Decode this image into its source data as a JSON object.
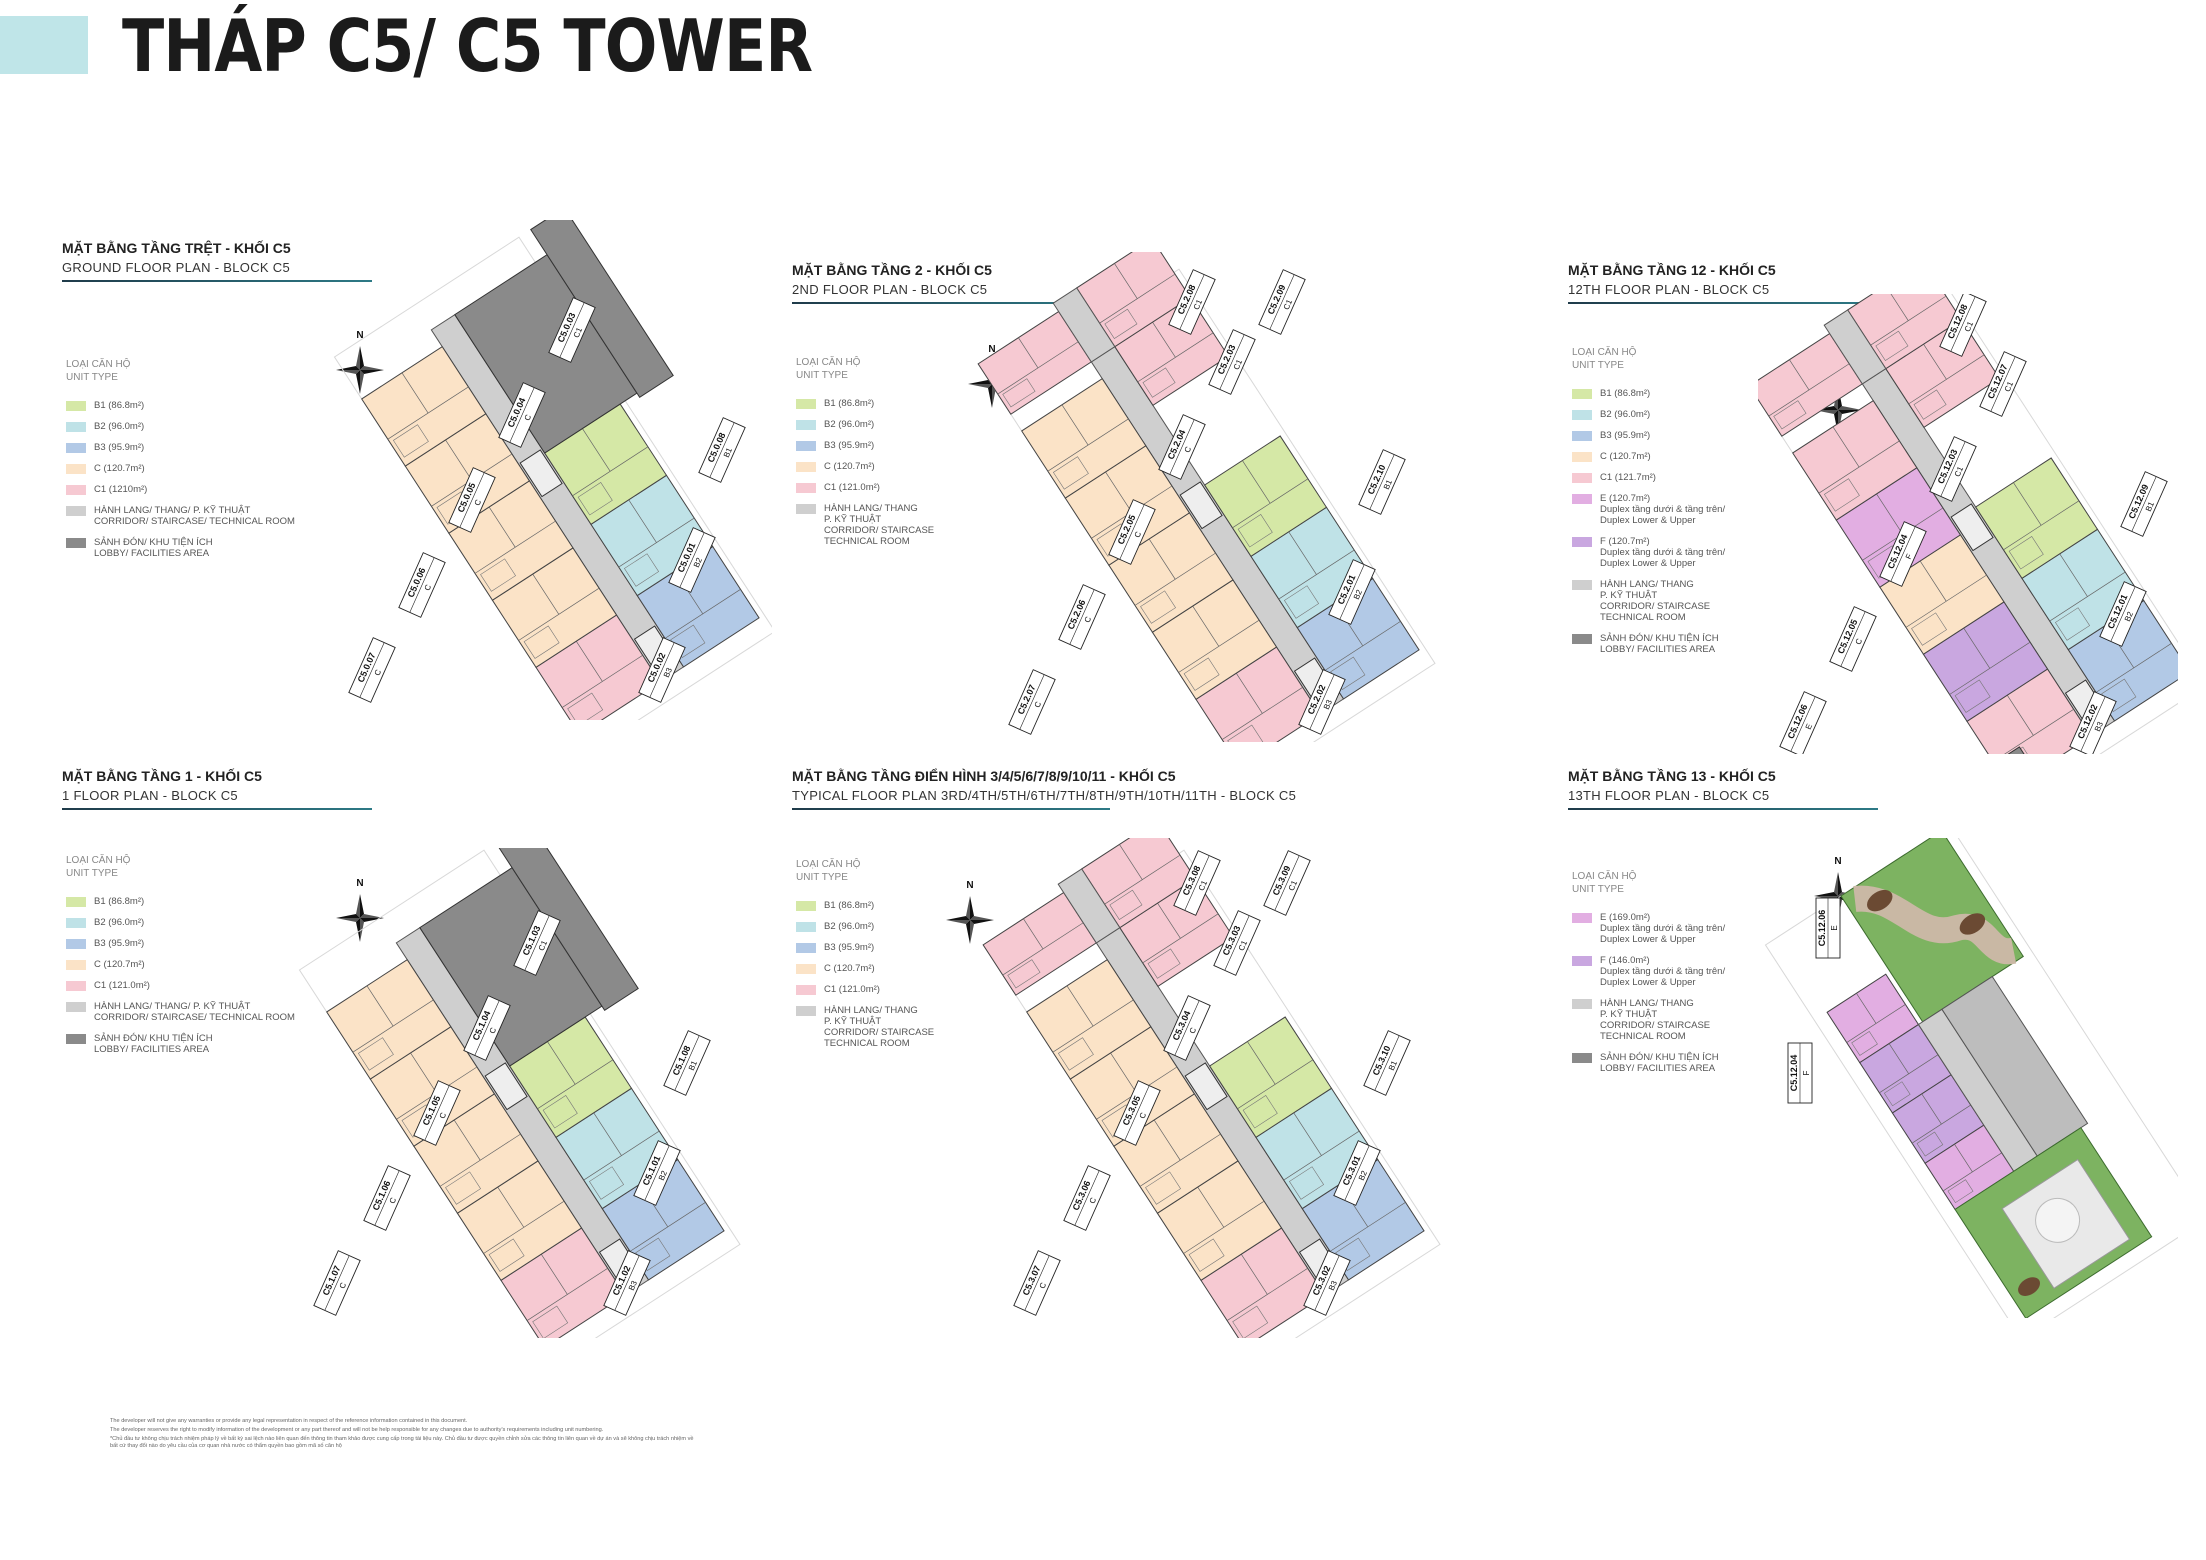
{
  "page": {
    "title": "THÁP C5/ C5 TOWER",
    "accent_color": "#bfe5e8"
  },
  "colors": {
    "B1": "#d5e8a6",
    "B2": "#bfe2e7",
    "B3": "#b2c9e6",
    "C": "#fbe3c7",
    "C1": "#f6c9d2",
    "E": "#e2aee2",
    "F": "#c9a7e0",
    "corridor": "#cfcfcf",
    "lobby": "#8a8a8a",
    "line": "#1b1b1b"
  },
  "panels": [
    {
      "id": "ground",
      "title": "MẶT BẰNG TẦNG TRỆT - KHỐI C5",
      "subtitle": "GROUND FLOOR PLAN - BLOCK C5",
      "legend_head": "LOẠI CĂN HỘ\nUNIT TYPE",
      "legend": [
        {
          "key": "B1",
          "label": "B1 (86.8m²)"
        },
        {
          "key": "B2",
          "label": "B2 (96.0m²)"
        },
        {
          "key": "B3",
          "label": "B3 (95.9m²)"
        },
        {
          "key": "C",
          "label": "C (120.7m²)"
        },
        {
          "key": "C1",
          "label": "C1 (1210m²)"
        },
        {
          "key": "corridor",
          "label": "HÀNH LANG/ THANG/ P. KỸ THUẬT\nCORRIDOR/ STAIRCASE/ TECHNICAL ROOM"
        },
        {
          "key": "lobby",
          "label": "SẢNH ĐÓN/ KHU TIỆN ÍCH\nLOBBY/ FACILITIES AREA"
        }
      ],
      "tags": [
        {
          "code": "C5.0.07",
          "type": "C"
        },
        {
          "code": "C5.0.06",
          "type": "C"
        },
        {
          "code": "C5.0.05",
          "type": "C"
        },
        {
          "code": "C5.0.04",
          "type": "C"
        },
        {
          "code": "C5.0.03",
          "type": "C1"
        },
        {
          "code": "C5.0.08",
          "type": "B1"
        },
        {
          "code": "C5.0.01",
          "type": "B2"
        },
        {
          "code": "C5.0.02",
          "type": "B3"
        }
      ]
    },
    {
      "id": "floor2",
      "title": "MẶT BẰNG TẦNG 2 - KHỐI C5",
      "subtitle": "2ND FLOOR PLAN - BLOCK C5",
      "legend_head": "LOẠI CĂN HỘ\nUNIT TYPE",
      "legend": [
        {
          "key": "B1",
          "label": "B1 (86.8m²)"
        },
        {
          "key": "B2",
          "label": "B2 (96.0m²)"
        },
        {
          "key": "B3",
          "label": "B3 (95.9m²)"
        },
        {
          "key": "C",
          "label": "C (120.7m²)"
        },
        {
          "key": "C1",
          "label": "C1 (121.0m²)"
        },
        {
          "key": "corridor",
          "label": "HÀNH LANG/ THANG\nP. KỸ THUẬT\nCORRIDOR/ STAIRCASE\nTECHNICAL ROOM"
        }
      ],
      "tags": [
        {
          "code": "C5.2.07",
          "type": "C"
        },
        {
          "code": "C5.2.06",
          "type": "C"
        },
        {
          "code": "C5.2.05",
          "type": "C"
        },
        {
          "code": "C5.2.04",
          "type": "C"
        },
        {
          "code": "C5.2.03",
          "type": "C1"
        },
        {
          "code": "C5.2.08",
          "type": "C1"
        },
        {
          "code": "C5.2.09",
          "type": "C1"
        },
        {
          "code": "C5.2.10",
          "type": "B1"
        },
        {
          "code": "C5.2.01",
          "type": "B2"
        },
        {
          "code": "C5.2.02",
          "type": "B3"
        }
      ]
    },
    {
      "id": "floor12",
      "title": "MẶT BẰNG TẦNG 12 - KHỐI C5",
      "subtitle": "12TH FLOOR PLAN - BLOCK C5",
      "legend_head": "LOẠI CĂN HỘ\nUNIT TYPE",
      "legend": [
        {
          "key": "B1",
          "label": "B1 (86.8m²)"
        },
        {
          "key": "B2",
          "label": "B2 (96.0m²)"
        },
        {
          "key": "B3",
          "label": "B3 (95.9m²)"
        },
        {
          "key": "C",
          "label": "C (120.7m²)"
        },
        {
          "key": "C1",
          "label": "C1 (121.7m²)"
        },
        {
          "key": "E",
          "label": "E (120.7m²)\nDuplex tầng dưới & tầng trên/\nDuplex Lower & Upper"
        },
        {
          "key": "F",
          "label": "F (120.7m²)\nDuplex tầng dưới & tầng trên/\nDuplex Lower & Upper"
        },
        {
          "key": "corridor",
          "label": "HÀNH LANG/ THANG\nP. KỸ THUẬT\nCORRIDOR/ STAIRCASE\nTECHNICAL ROOM"
        },
        {
          "key": "lobby",
          "label": "SẢNH ĐÓN/ KHU TIỆN ÍCH\nLOBBY/ FACILITIES AREA"
        }
      ],
      "tags": [
        {
          "code": "C5.12.06",
          "type": "E"
        },
        {
          "code": "C5.12.05",
          "type": "C"
        },
        {
          "code": "C5.12.04",
          "type": "F"
        },
        {
          "code": "C5.12.03",
          "type": "C1"
        },
        {
          "code": "C5.12.07",
          "type": "C1"
        },
        {
          "code": "C5.12.08",
          "type": "C1"
        },
        {
          "code": "C5.12.09",
          "type": "B1"
        },
        {
          "code": "C5.12.01",
          "type": "B2"
        },
        {
          "code": "C5.12.02",
          "type": "B3"
        }
      ]
    },
    {
      "id": "floor1",
      "title": "MẶT BẰNG TẦNG 1 - KHỐI C5",
      "subtitle": "1 FLOOR PLAN - BLOCK C5",
      "legend_head": "LOẠI CĂN HỘ\nUNIT TYPE",
      "legend": [
        {
          "key": "B1",
          "label": "B1 (86.8m²)"
        },
        {
          "key": "B2",
          "label": "B2 (96.0m²)"
        },
        {
          "key": "B3",
          "label": "B3 (95.9m²)"
        },
        {
          "key": "C",
          "label": "C (120.7m²)"
        },
        {
          "key": "C1",
          "label": "C1 (121.0m²)"
        },
        {
          "key": "corridor",
          "label": "HÀNH LANG/ THANG/ P. KỸ THUẬT\nCORRIDOR/ STAIRCASE/ TECHNICAL ROOM"
        },
        {
          "key": "lobby",
          "label": "SẢNH ĐÓN/ KHU TIỆN ÍCH\nLOBBY/ FACILITIES AREA"
        }
      ],
      "tags": [
        {
          "code": "C5.1.07",
          "type": "C"
        },
        {
          "code": "C5.1.06",
          "type": "C"
        },
        {
          "code": "C5.1.05",
          "type": "C"
        },
        {
          "code": "C5.1.04",
          "type": "C"
        },
        {
          "code": "C5.1.03",
          "type": "C1"
        },
        {
          "code": "C5.1.08",
          "type": "B1"
        },
        {
          "code": "C5.1.01",
          "type": "B2"
        },
        {
          "code": "C5.1.02",
          "type": "B3"
        }
      ]
    },
    {
      "id": "typical",
      "title": "MẶT BẰNG TẦNG  ĐIỂN HÌNH 3/4/5/6/7/8/9/10/11 - KHỐI C5",
      "subtitle": "TYPICAL FLOOR PLAN 3RD/4TH/5TH/6TH/7TH/8TH/9TH/10TH/11TH - BLOCK C5",
      "legend_head": "LOẠI CĂN HỘ\nUNIT TYPE",
      "legend": [
        {
          "key": "B1",
          "label": "B1 (86.8m²)"
        },
        {
          "key": "B2",
          "label": "B2 (96.0m²)"
        },
        {
          "key": "B3",
          "label": "B3 (95.9m²)"
        },
        {
          "key": "C",
          "label": "C (120.7m²)"
        },
        {
          "key": "C1",
          "label": "C1 (121.0m²)"
        },
        {
          "key": "corridor",
          "label": "HÀNH LANG/ THANG\nP. KỸ THUẬT\nCORRIDOR/ STAIRCASE\nTECHNICAL ROOM"
        }
      ],
      "tags": [
        {
          "code": "C5.3.07",
          "type": "C"
        },
        {
          "code": "C5.3.06",
          "type": "C"
        },
        {
          "code": "C5.3.05",
          "type": "C"
        },
        {
          "code": "C5.3.04",
          "type": "C"
        },
        {
          "code": "C5.3.03",
          "type": "C1"
        },
        {
          "code": "C5.3.08",
          "type": "C1"
        },
        {
          "code": "C5.3.09",
          "type": "C1"
        },
        {
          "code": "C5.3.10",
          "type": "B1"
        },
        {
          "code": "C5.3.01",
          "type": "B2"
        },
        {
          "code": "C5.3.02",
          "type": "B3"
        }
      ]
    },
    {
      "id": "floor13",
      "title": "MẶT BẰNG TẦNG 13 - KHỐI C5",
      "subtitle": "13TH FLOOR PLAN - BLOCK C5",
      "legend_head": "LOẠI CĂN HỘ\nUNIT TYPE",
      "legend": [
        {
          "key": "E",
          "label": "E (169.0m²)\nDuplex tầng dưới & tầng trên/\nDuplex Lower & Upper"
        },
        {
          "key": "F",
          "label": "F (146.0m²)\nDuplex tầng dưới & tầng trên/\nDuplex Lower & Upper"
        },
        {
          "key": "corridor",
          "label": "HÀNH LANG/ THANG\nP. KỸ THUẬT\nCORRIDOR/ STAIRCASE\nTECHNICAL ROOM"
        },
        {
          "key": "lobby",
          "label": "SẢNH ĐÓN/ KHU TIỆN ÍCH\nLOBBY/ FACILITIES AREA"
        }
      ],
      "tags": [
        {
          "code": "C5.12.06",
          "type": "E"
        },
        {
          "code": "C5.12.04",
          "type": "F"
        }
      ]
    }
  ],
  "compass_letter": "N",
  "footnote": [
    "The developer will not give any warranties or provide any legal representation in respect of the reference information contained in this document.",
    "The developer reserves the right to modify information of the development or any part thereof and will not be help responsible for any changes due to authority's requirements including unit numbering.",
    "*Chủ đầu tư không chịu trách nhiệm pháp lý về bất kỳ sai lệch nào liên quan đến thông tin tham khảo được cung cấp trong tài liệu này. Chủ đầu tư được quyền chỉnh sửa các thông tin liên quan về dự án và sẽ không chịu trách nhiệm về bất cứ thay đổi nào do yêu cầu của cơ quan nhà nước có thẩm quyền bao gồm mã số căn hộ"
  ]
}
